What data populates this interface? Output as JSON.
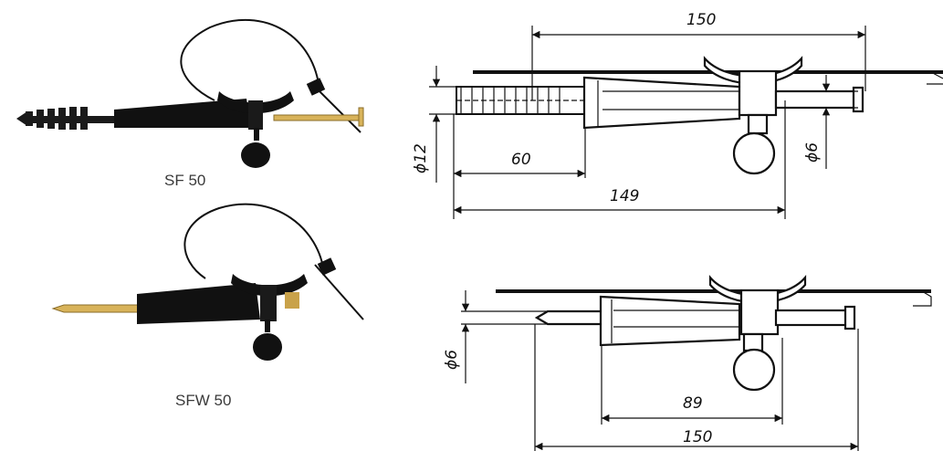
{
  "products": [
    {
      "name": "SF 50"
    },
    {
      "name": "SFW 50"
    }
  ],
  "drawing_top": {
    "dims": {
      "total_top": "150",
      "total_bottom": "149",
      "insert": "60",
      "dowel_dia": "ϕ12",
      "screw_dia": "ϕ6"
    }
  },
  "drawing_bottom": {
    "dims": {
      "body": "89",
      "total": "150",
      "screw_dia": "ϕ6"
    }
  }
}
